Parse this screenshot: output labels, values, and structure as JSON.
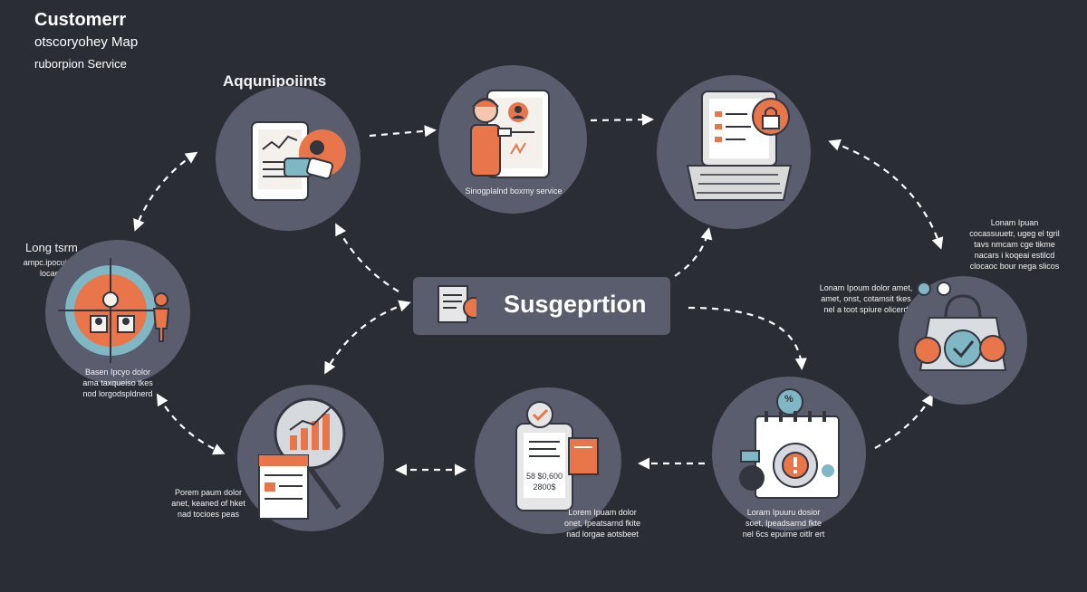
{
  "header": {
    "title": "Customerr",
    "subtitle": "otscoryohey Map",
    "caption": "ruborpion Service"
  },
  "center": {
    "title": "Susgeprtion"
  },
  "stages": {
    "acquisition_label": "Aqqunipoiints",
    "tablet_label": "Sinogplalnd boxmy service",
    "long_term": {
      "title": "Long tsrm",
      "lines": [
        "ampc.ipocuinus",
        "locaes"
      ]
    },
    "long_term_note": [
      "Basen Ipcyo dolor",
      "ama taxqueiso tkes",
      "nod lorgodspldnerd"
    ],
    "right_top_note": [
      "Lonam Ipuan",
      "cocassuuetr, ugeg el tgril",
      "tavs nmcam cge tikme",
      "nacars i koqeai estilcd",
      "clocaoc bour nega slicos"
    ],
    "right_mid_note": [
      "Lonam Ipoum dolor amet,",
      "amet, onst, cotamsit tkes",
      "nel a toot spiure olicerd"
    ],
    "bottom_left_note": [
      "Porem paum dolor",
      "anet, keaned of hket",
      "nad tocioes peas"
    ],
    "bottom_mid_note": [
      "Lorem Ipuam dolor",
      "onet, Ipeatsarnd fkite",
      "nad lorgae aotsbeet"
    ],
    "bottom_right_note": [
      "Loram Ipuuru dosior",
      "soet, Ipeadsarnd fkte",
      "nel 6cs epuime oitlr ert"
    ],
    "receipt_text": [
      "58 $0,600",
      "2800$"
    ],
    "badge_percent": "%"
  },
  "colors": {
    "background": "#2b2d35",
    "node": "#5a5d6e",
    "accent": "#e8764a",
    "teal": "#7fb8c4",
    "paper": "#f4f1ec",
    "dark": "#33353f"
  }
}
